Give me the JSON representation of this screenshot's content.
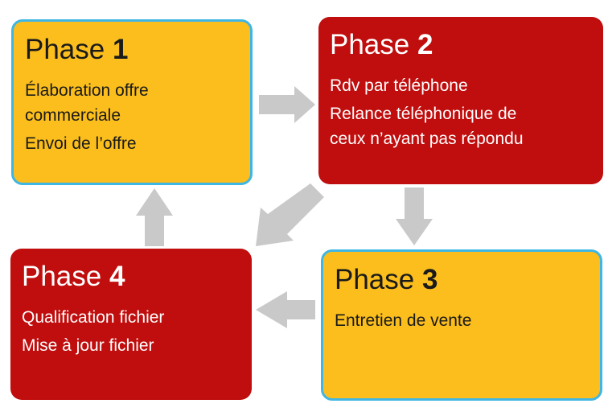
{
  "phases": [
    {
      "label": "Phase",
      "number": "1",
      "lines": [
        "Élaboration offre",
        "commerciale",
        "Envoi de l’offre"
      ]
    },
    {
      "label": "Phase",
      "number": "2",
      "lines": [
        "Rdv par téléphone",
        "Relance téléphonique de",
        "ceux n’ayant pas répondu"
      ]
    },
    {
      "label": "Phase",
      "number": "3",
      "lines": [
        "Entretien de vente"
      ]
    },
    {
      "label": "Phase",
      "number": "4",
      "lines": [
        "Qualification fichier",
        "Mise à jour fichier"
      ]
    }
  ],
  "colors": {
    "yellow_box": "#FBBE1C",
    "yellow_border": "#3FB6E3",
    "red_box": "#C00D0D",
    "arrow": "#C9C9C9"
  }
}
